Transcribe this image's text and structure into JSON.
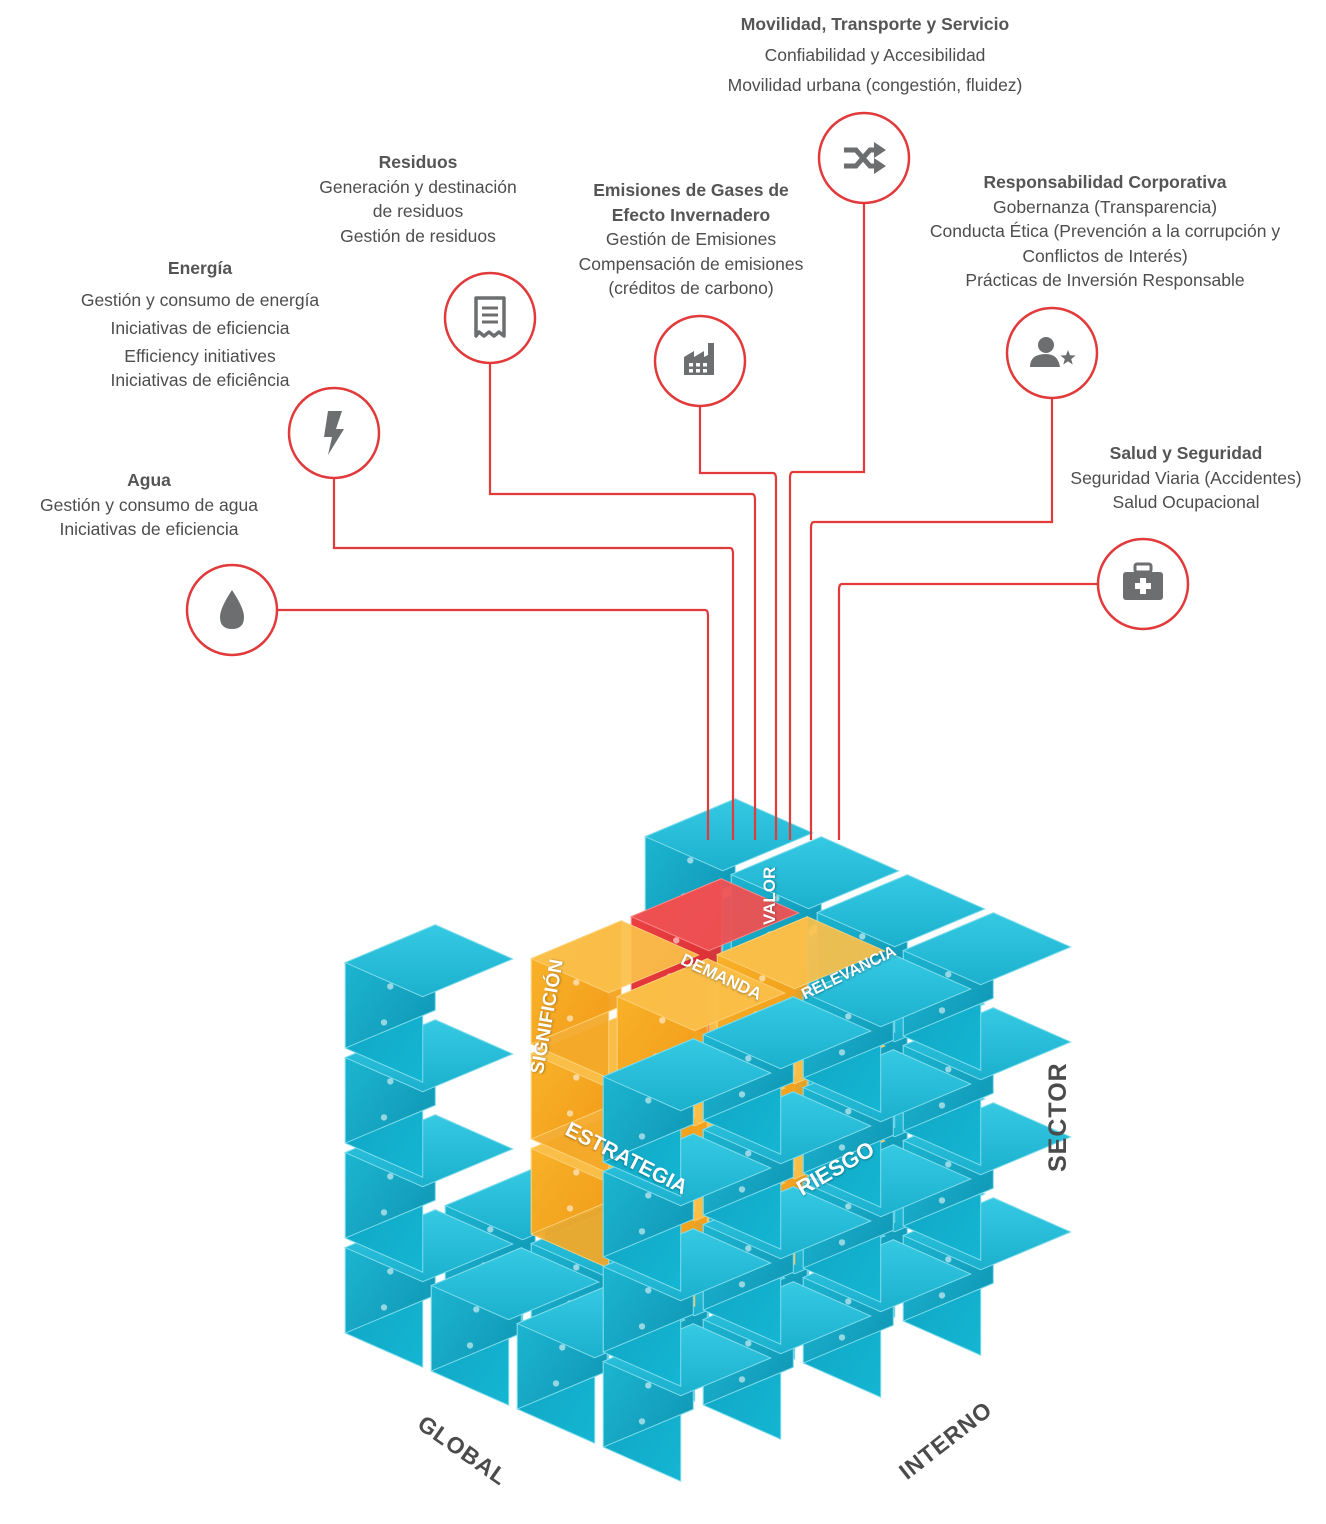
{
  "topics": [
    {
      "id": "movilidad",
      "title": "Movilidad, Transporte y Servicio",
      "lines": [
        "Confiabilidad y Accesibilidad",
        "Movilidad urbana (congestión, fluidez)"
      ],
      "icon": "shuffle-icon"
    },
    {
      "id": "residuos",
      "title": "Residuos",
      "lines": [
        "Generación y destinación",
        "de residuos",
        "Gestión de residuos"
      ],
      "icon": "receipt-icon"
    },
    {
      "id": "emisiones",
      "title": "Emisiones de Gases de",
      "title2": "Efecto Invernadero",
      "lines": [
        "Gestión de Emisiones",
        "Compensación de emisiones",
        "(créditos de carbono)"
      ],
      "icon": "factory-icon"
    },
    {
      "id": "responsabilidad",
      "title": "Responsabilidad Corporativa",
      "lines": [
        "Gobernanza (Transparencia)",
        "Conducta Ética (Prevención a la corrupción y",
        "Conflictos de Interés)",
        "Prácticas de Inversión Responsable"
      ],
      "icon": "user-star-icon"
    },
    {
      "id": "energia",
      "title": "Energía",
      "lines": [
        "Gestión y consumo de energía",
        "Iniciativas de eficiencia",
        "Efficiency initiatives",
        "Iniciativas de eficiência"
      ],
      "icon": "lightning-icon"
    },
    {
      "id": "agua",
      "title": "Agua",
      "lines": [
        "Gestión y consumo de agua",
        "Iniciativas de eficiencia"
      ],
      "icon": "water-drop-icon"
    },
    {
      "id": "salud",
      "title": "Salud y Seguridad",
      "lines": [
        "Seguridad Viaria (Accidentes)",
        "Salud Ocupacional"
      ],
      "icon": "first-aid-kit-icon"
    }
  ],
  "cube_labels": {
    "valor": "VALOR",
    "demanda": "DEMANDA",
    "relevancia": "RELEVANCIA",
    "significion": "SIGNIFICIÓN",
    "estrategia": "ESTRATEGIA",
    "riesgo": "RIESGO"
  },
  "axes": {
    "sector": "SECTOR",
    "global": "GLOBAL",
    "interno": "INTERNO"
  },
  "colors": {
    "accent_red": "#e2393b",
    "cube_blue": "#1fb8d4",
    "cube_orange": "#f6a623",
    "text_gray": "#4d4d4d",
    "icon_gray": "#6d6e70"
  }
}
